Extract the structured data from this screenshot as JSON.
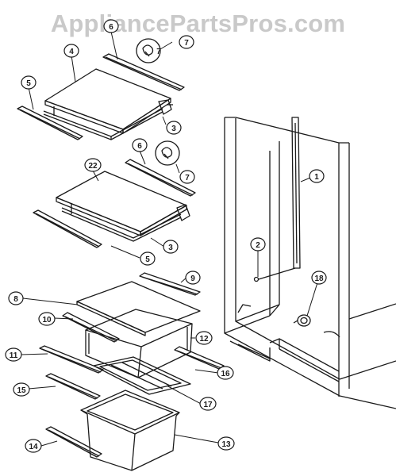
{
  "watermark": "AppliancePartsPros.com",
  "colors": {
    "ink": "#1a1a1a",
    "watermark": "#c9c9c9",
    "background": "#ffffff"
  },
  "callouts": {
    "c1": "1",
    "c2": "2",
    "c3a": "3",
    "c3b": "3",
    "c4": "4",
    "c5a": "5",
    "c5b": "5",
    "c6a": "6",
    "c6b": "6",
    "c7a": "7",
    "c7b": "7",
    "c7_inline": "7",
    "c8": "8",
    "c9": "9",
    "c10": "10",
    "c11": "11",
    "c12": "12",
    "c13": "13",
    "c14": "14",
    "c15": "15",
    "c16": "16",
    "c17": "17",
    "c18": "18",
    "c22": "22"
  }
}
